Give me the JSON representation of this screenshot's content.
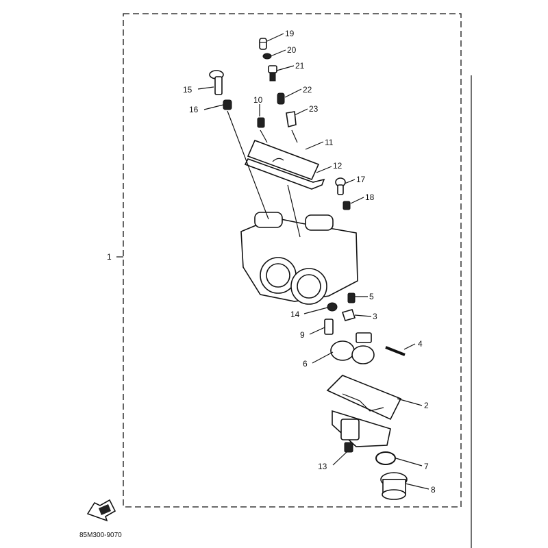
{
  "diagram_code": "85M300-9070",
  "callouts": {
    "n1": "1",
    "n2": "2",
    "n3": "3",
    "n4": "4",
    "n5": "5",
    "n6": "6",
    "n7": "7",
    "n8": "8",
    "n9": "9",
    "n10": "10",
    "n11": "11",
    "n12": "12",
    "n13": "13",
    "n14": "14",
    "n15": "15",
    "n16": "16",
    "n17": "17",
    "n18": "18",
    "n19": "19",
    "n20": "20",
    "n21": "21",
    "n22": "22",
    "n23": "23"
  },
  "front_marker_icon": "fwd-arrow-icon"
}
